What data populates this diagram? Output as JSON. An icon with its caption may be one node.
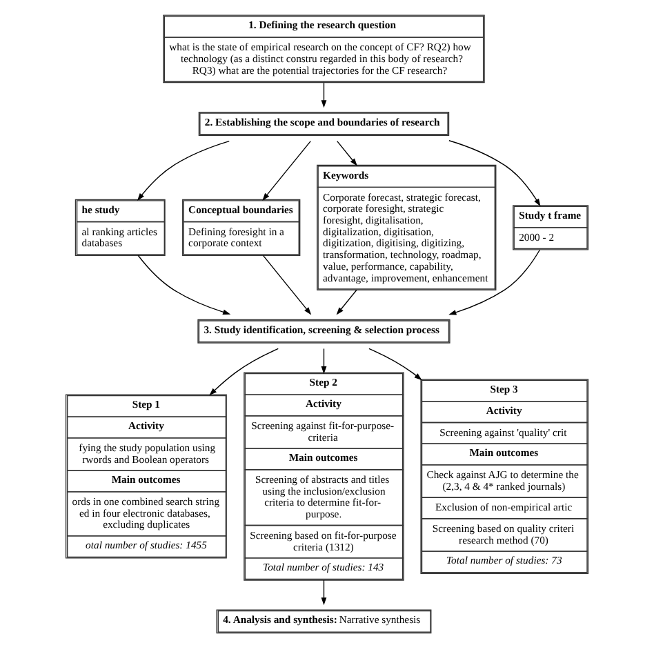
{
  "diagram": {
    "nodes": [
      {
        "text": [
          "1. Defining the research question",
          "what is the state of empirical research on the concept of CF? RQ2) how technology (as a distinct constru regarded in this body of research? RQ3) what are the potential trajectories for the CF research?"
        ]
      },
      {
        "text": [
          "2. Establishing the scope and boundaries of research"
        ]
      },
      {
        "text": [
          "he study",
          "al ranking articles databases"
        ]
      },
      {
        "text": [
          "Conceptual boundaries",
          "Defining foresight in a corporate context"
        ]
      },
      {
        "text": [
          "Keywords",
          "Corporate forecast, strategic forecast, corporate foresight, strategic foresight, digitalisation, digitalization, digitisation, digitization, digitising, digitizing, transformation, technology, roadmap, value, performance, capability, advantage, improvement, enhancement"
        ]
      },
      {
        "text": [
          "Study t frame",
          "2000 - 2"
        ]
      },
      {
        "text": [
          "3. Study identification, screening & selection process"
        ]
      },
      {
        "text": [
          "Step 1",
          "Activity",
          "fying the study population using rwords and Boolean operators",
          "Main outcomes",
          "ords in one combined search string ed in four electronic databases, excluding duplicates",
          "otal number of studies: 1455"
        ]
      },
      {
        "text": [
          "Step 2",
          "Activity",
          "Screening against fit-for-purpose-criteria",
          "Main outcomes",
          "Screening of abstracts and titles using the inclusion/exclusion criteria to determine fit-for-purpose.",
          "Screening based on fit-for-purpose criteria (1312)",
          "Total number of studies: 143"
        ]
      },
      {
        "text": [
          "Step 3",
          "Activity",
          "Screening against 'quality' crit",
          "Main outcomes",
          "Check against AJG to determine the (2,3, 4 & 4* ranked journals)",
          "Exclusion of non-empirical artic",
          "Screening based on quality criteri research method (70)",
          "Total number of studies: 73"
        ]
      },
      {
        "text": [
          "**4. Analysis and synthesis:** Narrative synthesis"
        ]
      }
    ],
    "edges": [
      {
        "from": 0,
        "to": 1,
        "arrow": "to"
      },
      {
        "from": 1,
        "to": 2,
        "arrow": "to"
      },
      {
        "from": 1,
        "to": 3,
        "arrow": "to"
      },
      {
        "from": 1,
        "to": 4,
        "arrow": "to"
      },
      {
        "from": 1,
        "to": 5,
        "arrow": "to"
      },
      {
        "from": 2,
        "to": 6,
        "arrow": "to"
      },
      {
        "from": 3,
        "to": 6,
        "arrow": "to"
      },
      {
        "from": 4,
        "to": 6,
        "arrow": "to"
      },
      {
        "from": 5,
        "to": 6,
        "arrow": "to"
      },
      {
        "from": 6,
        "to": 7,
        "arrow": "to"
      },
      {
        "from": 6,
        "to": 8,
        "arrow": "to"
      },
      {
        "from": 6,
        "to": 9,
        "arrow": "to"
      },
      {
        "from": 8,
        "to": 10,
        "arrow": "to"
      }
    ]
  }
}
